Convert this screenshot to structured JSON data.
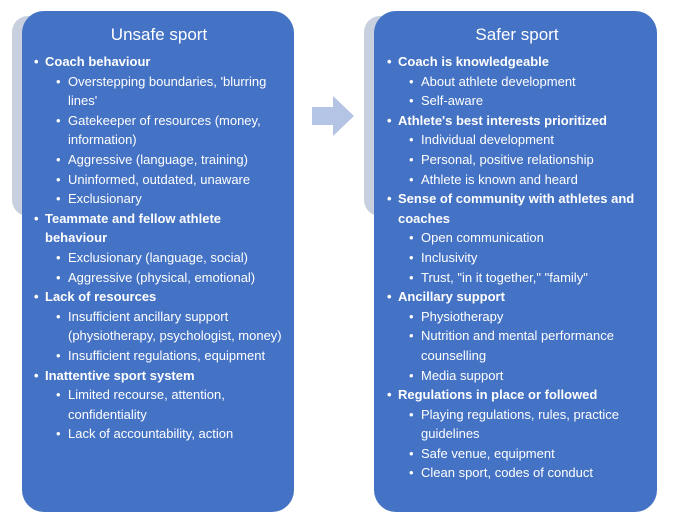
{
  "colors": {
    "panel": "#4472c4",
    "arrow": "#b4c4e4",
    "text": "#ffffff"
  },
  "arrow_icon": "right-arrow",
  "left": {
    "title": "Unsafe sport",
    "categories": [
      {
        "label": "Coach behaviour",
        "items": [
          "Overstepping boundaries, 'blurring lines'",
          "Gatekeeper of resources (money, information)",
          "Aggressive (language, training)",
          "Uninformed, outdated, unaware",
          "Exclusionary"
        ]
      },
      {
        "label": "Teammate and fellow athlete behaviour",
        "items": [
          "Exclusionary (language, social)",
          "Aggressive (physical, emotional)"
        ]
      },
      {
        "label": "Lack of resources",
        "items": [
          "Insufficient ancillary support (physiotherapy, psychologist, money)",
          "Insufficient regulations, equipment"
        ]
      },
      {
        "label": "Inattentive sport system",
        "items": [
          "Limited recourse, attention, confidentiality",
          "Lack of accountability, action"
        ]
      }
    ]
  },
  "right": {
    "title": "Safer sport",
    "categories": [
      {
        "label": "Coach is knowledgeable",
        "items": [
          "About athlete development",
          "Self-aware"
        ]
      },
      {
        "label": "Athlete's best interests prioritized",
        "items": [
          "Individual development",
          "Personal, positive relationship",
          "Athlete is known and heard"
        ]
      },
      {
        "label": "Sense of community with athletes and coaches",
        "items": [
          "Open communication",
          "Inclusivity",
          "Trust, \"in it together,\" \"family\""
        ]
      },
      {
        "label": "Ancillary support",
        "items": [
          "Physiotherapy",
          "Nutrition and mental performance counselling",
          "Media support"
        ]
      },
      {
        "label": "Regulations in place or followed",
        "items": [
          "Playing regulations, rules, practice guidelines",
          "Safe venue, equipment",
          "Clean sport, codes of conduct"
        ]
      }
    ]
  }
}
